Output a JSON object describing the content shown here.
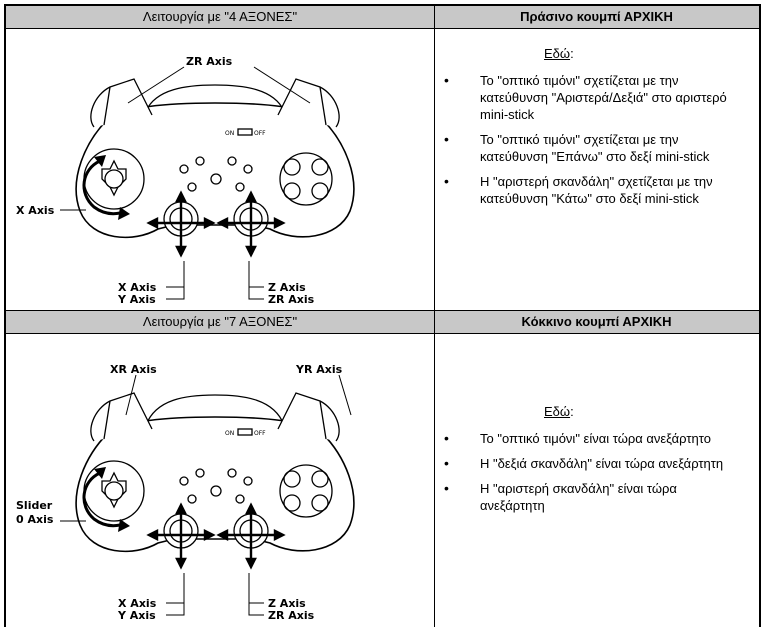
{
  "section1": {
    "mode_label": "Λειτουργία με \"4 ΑΞΟΝΕΣ\"",
    "button_label": "Πράσινο κουμπί ΑΡΧΙΚΗ",
    "here": "Εδώ",
    "here_suffix": ":",
    "switch_on": "ON",
    "switch_off": "OFF",
    "axes": {
      "top": "ZR Axis",
      "left": "X Axis",
      "stick_left_1": "X Axis",
      "stick_left_2": "Y Axis",
      "stick_right_1": "Z Axis",
      "stick_right_2": "ZR Axis"
    },
    "points": [
      "Το \"οπτικό τιμόνι\" σχετίζεται με την κατεύθυνση \"Αριστερά/Δεξιά\" στο αριστερό mini-stick",
      "Το \"οπτικό τιμόνι\" σχετίζεται με την κατεύθυνση \"Επάνω\" στο δεξί mini-stick",
      "Η \"αριστερή σκανδάλη\" σχετίζεται με την κατεύθυνση \"Κάτω\" στο δεξί mini-stick"
    ]
  },
  "section2": {
    "mode_label": "Λειτουργία με \"7 ΑΞΟΝΕΣ\"",
    "button_label": "Κόκκινο κουμπί ΑΡΧΙΚΗ",
    "here": "Εδώ",
    "here_suffix": ":",
    "switch_on": "ON",
    "switch_off": "OFF",
    "axes": {
      "top_left": "XR Axis",
      "top_right": "YR Axis",
      "left_1": "Slider",
      "left_2": "0 Axis",
      "stick_left_1": "X Axis",
      "stick_left_2": "Y Axis",
      "stick_right_1": "Z Axis",
      "stick_right_2": "ZR Axis"
    },
    "points": [
      "Το \"οπτικό τιμόνι\" είναι τώρα ανεξάρτητο",
      "Η \"δεξιά σκανδάλη\" είναι τώρα ανεξάρτητη",
      "Η \"αριστερή σκανδάλη\" είναι τώρα ανεξάρτητη"
    ]
  }
}
